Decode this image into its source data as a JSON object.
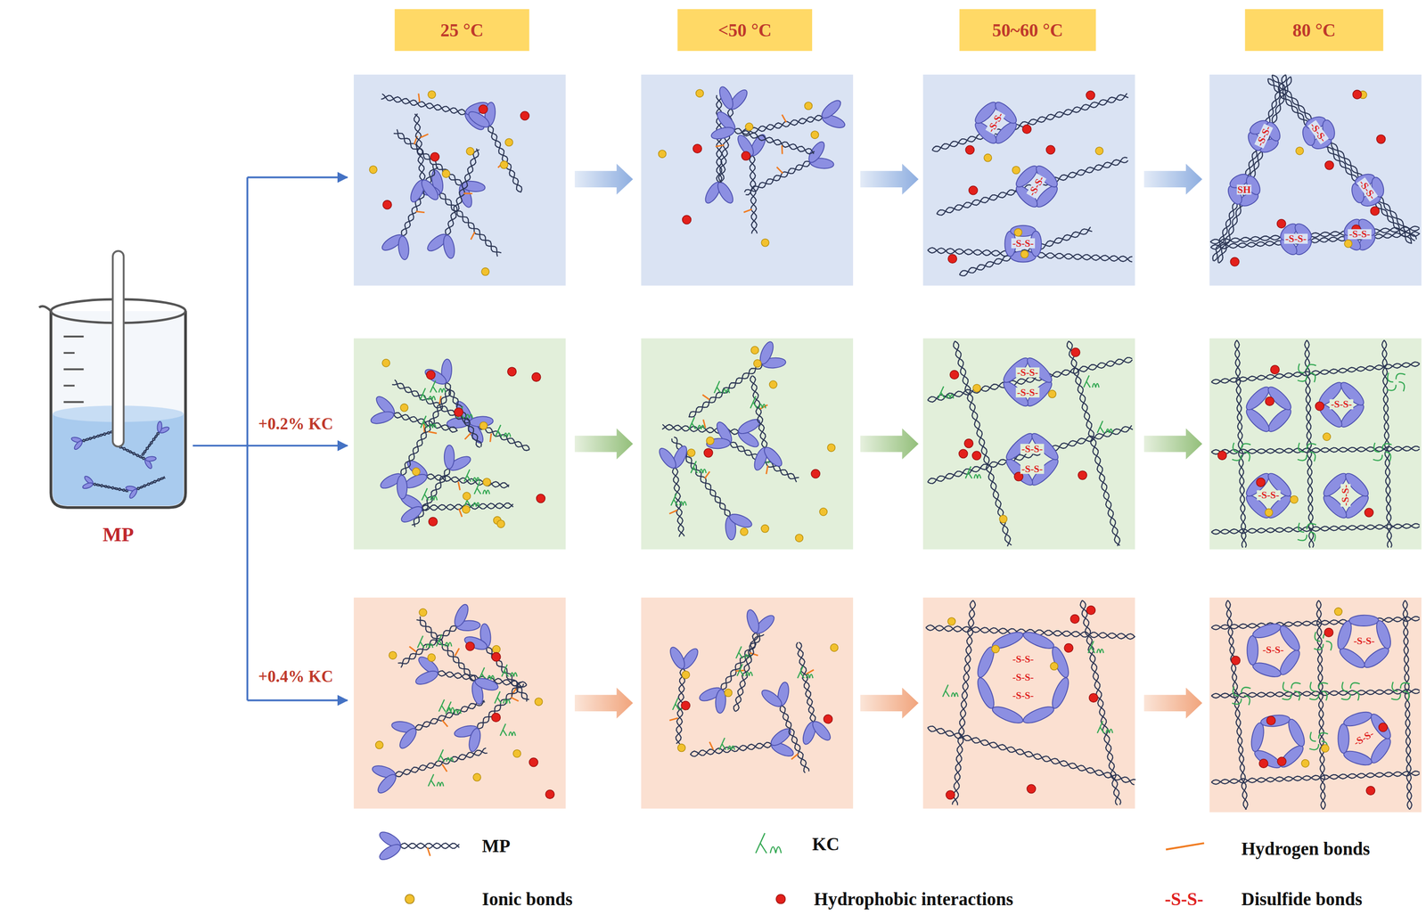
{
  "diagram": {
    "nodes": [
      {
        "text": [
          "25 °C"
        ]
      },
      {
        "text": [
          "<50 °C"
        ]
      },
      {
        "text": [
          "50~60 °C"
        ]
      },
      {
        "text": [
          "80 °C"
        ]
      },
      {
        "text": [
          "MP"
        ]
      }
    ],
    "labels": [
      "+0.2% KC",
      "+0.4% KC",
      "-S-S-",
      "-S-S-",
      "-S-S-",
      "-S-S-",
      "-S-S-",
      "-S-S-",
      "-S-S-",
      "-S-S-",
      "SH",
      "-S-S-",
      "-S-S-",
      "-S-S-",
      "-S-S-",
      "-S-S-",
      "-S-S-",
      "-S-S-",
      "-S-S-",
      "-S-S-",
      "-S-S-",
      "-S-S-",
      "-S-S-",
      "-S-S-",
      "-S-S-"
    ],
    "legend": [
      {
        "text": "MP"
      },
      {
        "text": "KC"
      },
      {
        "text": "Hydrogen bonds"
      },
      {
        "text": "Ionic bonds",
        "color": "#f2c12e"
      },
      {
        "text": "Hydrophobic interactions",
        "color": "#e3201b"
      },
      {
        "text": "Disulfide bonds"
      }
    ]
  }
}
